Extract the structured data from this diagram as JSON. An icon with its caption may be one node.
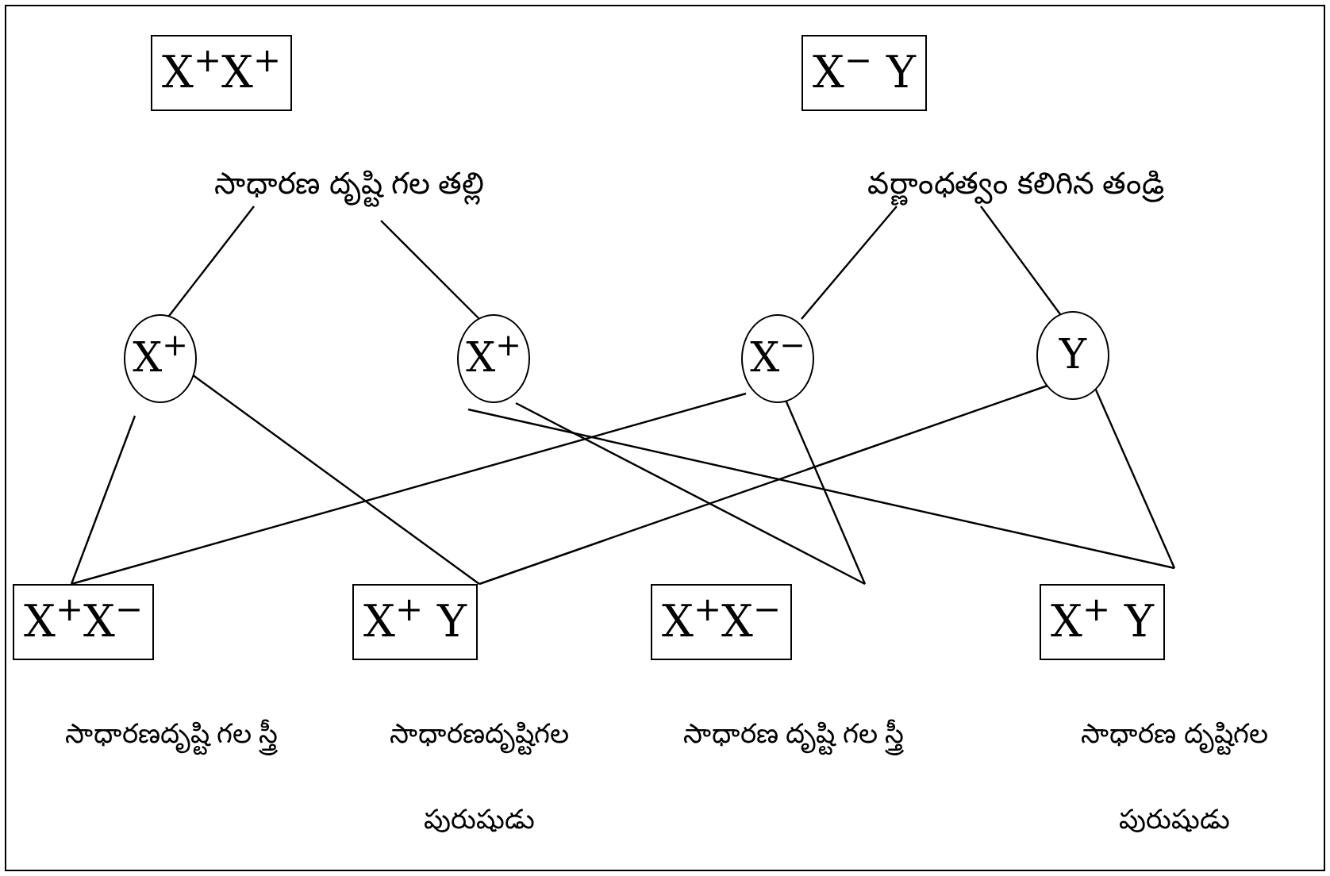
{
  "diagram": {
    "nodes": [
      {
        "text": [
          "X$^{+}$X$^{+}$",
          "సాధారణ దృష్టి గల తల్లి"
        ]
      },
      {
        "text": [
          "X$^{−}$ Y",
          "వర్ణాంధత్వం కలిగిన తండ్రి"
        ]
      },
      {
        "text": [
          "X$^{+}$"
        ]
      },
      {
        "text": [
          "X$^{+}$"
        ]
      },
      {
        "text": [
          "X$^{−}$"
        ]
      },
      {
        "text": [
          "Y"
        ]
      },
      {
        "text": [
          "X$^{+}$X$^{−}$",
          "సాధారణదృష్టి గల స్త్రీ"
        ]
      },
      {
        "text": [
          "X$^{+}$ Y",
          "సాధారణదృష్టిగల పురుషుడు"
        ]
      },
      {
        "text": [
          "X$^{+}$X$^{−}$",
          "సాధారణ దృష్టి గల స్త్రీ"
        ]
      },
      {
        "text": [
          "X$^{+}$ Y",
          "సాధారణ దృష్టిగల పురుషుడు"
        ]
      }
    ],
    "edges": [
      {
        "from": 0,
        "to": 2,
        "arrow": "none"
      },
      {
        "from": 0,
        "to": 3,
        "arrow": "none"
      },
      {
        "from": 1,
        "to": 4,
        "arrow": "none"
      },
      {
        "from": 1,
        "to": 5,
        "arrow": "none"
      },
      {
        "from": 2,
        "to": 6,
        "arrow": "none"
      },
      {
        "from": 2,
        "to": 7,
        "arrow": "none"
      },
      {
        "from": 3,
        "to": 8,
        "arrow": "none"
      },
      {
        "from": 3,
        "to": 9,
        "arrow": "none"
      },
      {
        "from": 4,
        "to": 6,
        "arrow": "none"
      },
      {
        "from": 4,
        "to": 8,
        "arrow": "none"
      },
      {
        "from": 5,
        "to": 7,
        "arrow": "none"
      },
      {
        "from": 5,
        "to": 9,
        "arrow": "none"
      }
    ]
  }
}
